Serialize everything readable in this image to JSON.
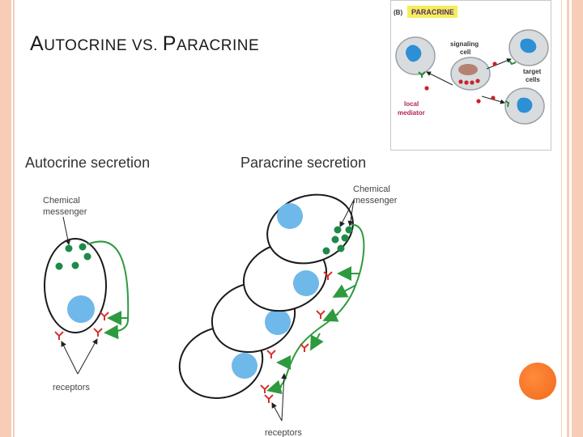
{
  "slide": {
    "title_first_big": "A",
    "title_first_rest": "UTOCRINE",
    "title_vs": " VS. ",
    "title_second_big": "P",
    "title_second_rest": "ARACRINE"
  },
  "paracrine_inset": {
    "panel_letter": "(B)",
    "panel_title": "PARACRINE",
    "signaling_cell_label_1": "signaling",
    "signaling_cell_label_2": "cell",
    "target_cells_label_1": "target",
    "target_cells_label_2": "cells",
    "local_mediator_label_1": "local",
    "local_mediator_label_2": "mediator"
  },
  "autocrine_diagram": {
    "heading": "Autocrine secretion",
    "chemical_messenger_1": "Chemical",
    "chemical_messenger_2": "messenger",
    "receptors": "receptors"
  },
  "paracrine_diagram": {
    "heading": "Paracrine secretion",
    "chemical_messenger_1": "Chemical",
    "chemical_messenger_2": "messenger",
    "receptors": "receptors"
  },
  "colors": {
    "messenger_green": "#1e8a4a",
    "arrow_green": "#2e9a3e",
    "receptor_red": "#d8322e",
    "nucleus_blue": "#6fb8ea",
    "border_peach": "#f7cdb8",
    "accent_orange": "#f26a1b"
  }
}
